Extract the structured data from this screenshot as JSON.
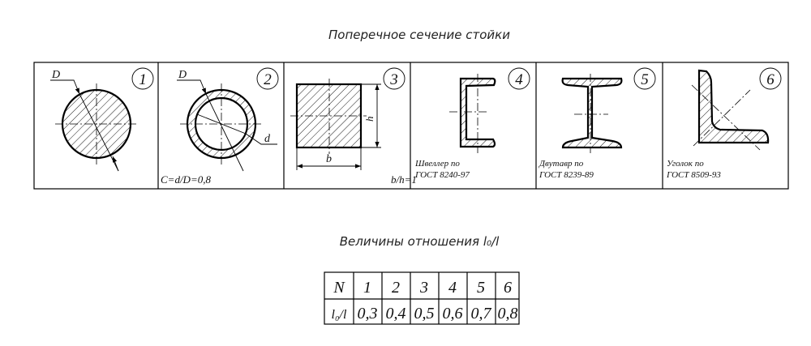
{
  "title": "Поперечное сечение стойки",
  "sections": [
    {
      "number": "1",
      "dim_label": "D",
      "caption": ""
    },
    {
      "number": "2",
      "dim_label": "D",
      "dim_label_inner": "d",
      "caption": "C=d/D=0,8"
    },
    {
      "number": "3",
      "dim_label_width": "b",
      "dim_label_height": "h",
      "caption": "b/h=1"
    },
    {
      "number": "4",
      "caption_line1": "Швеллер по",
      "caption_line2": "ГОСТ 8240-97"
    },
    {
      "number": "5",
      "caption_line1": "Двутавр по",
      "caption_line2": "ГОСТ 8239-89"
    },
    {
      "number": "6",
      "caption_line1": "Уголок по",
      "caption_line2": "ГОСТ 8509-93"
    }
  ],
  "table": {
    "title": "Величины отношения l₀/l",
    "header": [
      "N",
      "1",
      "2",
      "3",
      "4",
      "5",
      "6"
    ],
    "row": [
      "l₀/l",
      "0,3",
      "0,4",
      "0,5",
      "0,6",
      "0,7",
      "0,8"
    ]
  }
}
